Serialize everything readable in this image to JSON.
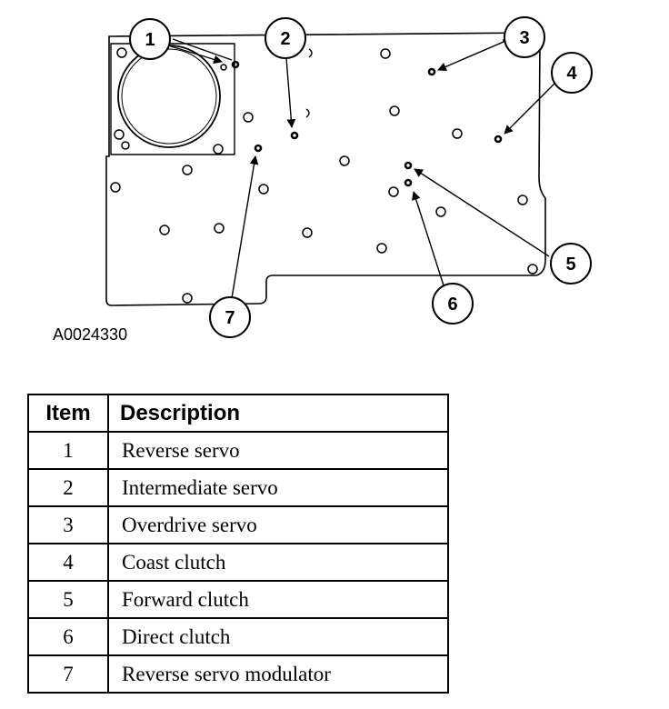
{
  "figure_id": "A0024330",
  "callouts": [
    "1",
    "2",
    "3",
    "4",
    "5",
    "6",
    "7"
  ],
  "table": {
    "headers": {
      "item": "Item",
      "description": "Description"
    },
    "rows": [
      {
        "item": "1",
        "description": "Reverse servo"
      },
      {
        "item": "2",
        "description": "Intermediate servo"
      },
      {
        "item": "3",
        "description": "Overdrive servo"
      },
      {
        "item": "4",
        "description": "Coast clutch"
      },
      {
        "item": "5",
        "description": "Forward clutch"
      },
      {
        "item": "6",
        "description": "Direct clutch"
      },
      {
        "item": "7",
        "description": "Reverse servo modulator"
      }
    ]
  }
}
